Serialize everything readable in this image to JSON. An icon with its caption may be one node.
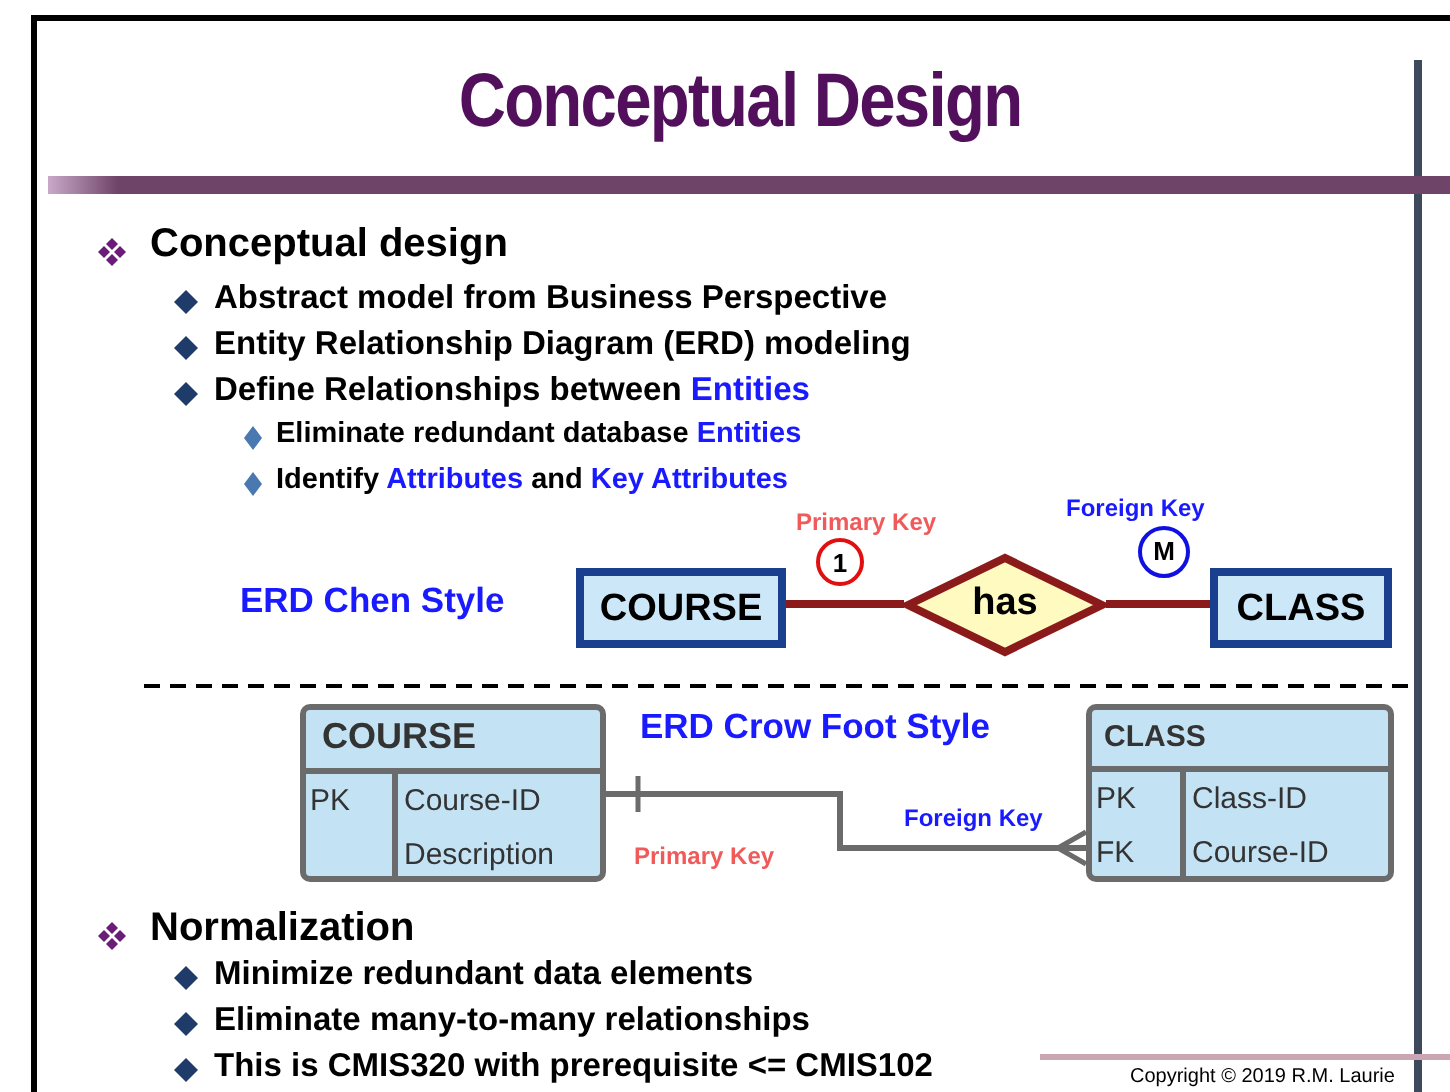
{
  "diagram": {
    "title": "Conceptual Design",
    "nodes": [
      {
        "text": [
          "COURSE"
        ]
      },
      {
        "text": [
          "1"
        ],
        "beside": [
          "Primary Key"
        ]
      },
      {
        "text": [
          "has"
        ]
      },
      {
        "text": [
          "M"
        ],
        "beside": [
          "Foreign Key"
        ]
      },
      {
        "text": [
          "CLASS"
        ]
      },
      {
        "text": [
          "COURSE",
          "PK",
          "Course-ID",
          "Description"
        ]
      },
      {
        "text": [
          "CLASS",
          "PK",
          "Class-ID",
          "FK",
          "Course-ID"
        ]
      }
    ],
    "edges": [
      {
        "from": 0,
        "to": 2,
        "arrow": "none"
      },
      {
        "from": 2,
        "to": 4,
        "arrow": "none"
      },
      {
        "from": 5,
        "to": 6,
        "arrow": "other",
        "color": "#6b6b6b"
      }
    ],
    "labels": [
      "Conceptual design",
      "Abstract model from Business Perspective",
      "Entity Relationship Diagram (ERD) modeling",
      "Define Relationships between *Entities*",
      "Eliminate redundant database *Entities*",
      "Identify *Attributes* and *Key Attributes*",
      "ERD Chen Style",
      "ERD Crow Foot Style",
      "Foreign Key",
      "Primary Key",
      "Normalization",
      "Minimize redundant data elements",
      "Eliminate many-to-many relationships",
      "This is CMIS320 with prerequisite <= CMIS102",
      "Copyright © 2019 R.M. Laurie"
    ]
  }
}
